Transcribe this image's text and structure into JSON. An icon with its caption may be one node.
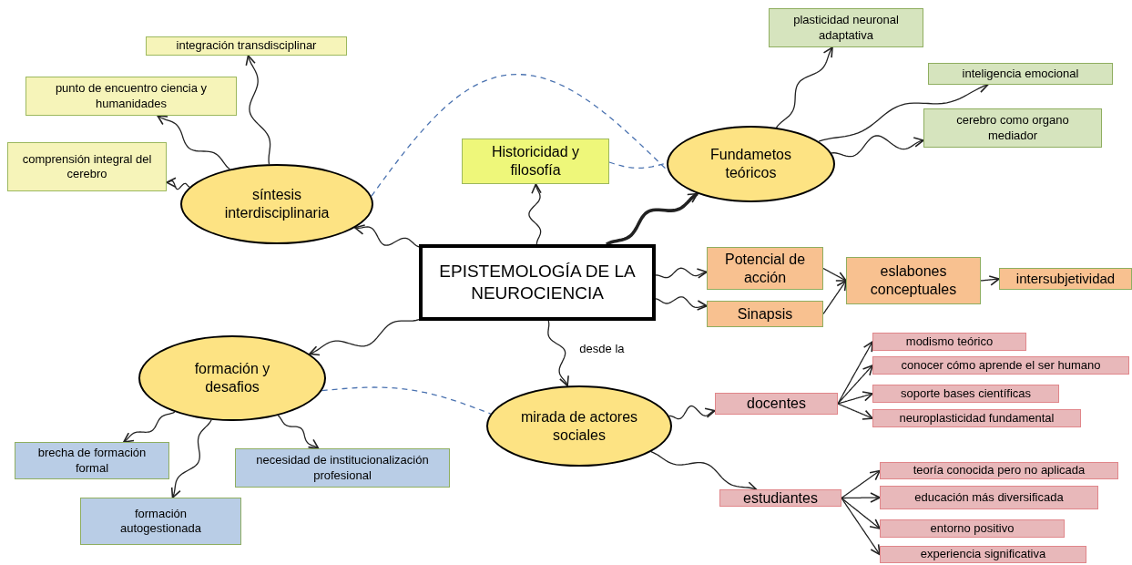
{
  "diagram": {
    "nodes": [
      {
        "text": [
          "EPISTEMOLOGÍA DE LA NEUROCIENCIA"
        ]
      },
      {
        "text": [
          "síntesis interdisciplinaria"
        ]
      },
      {
        "text": [
          "integración transdisciplinar"
        ]
      },
      {
        "text": [
          "punto de encuentro ciencia y humanidades"
        ]
      },
      {
        "text": [
          "comprensión integral del cerebro"
        ]
      },
      {
        "text": [
          "Historicidad y filosofía"
        ]
      },
      {
        "text": [
          "Fundametos teóricos"
        ]
      },
      {
        "text": [
          "plasticidad neuronal adaptativa"
        ]
      },
      {
        "text": [
          "inteligencia emocional"
        ]
      },
      {
        "text": [
          "cerebro como organo mediador"
        ]
      },
      {
        "text": [
          "Potencial de acción"
        ]
      },
      {
        "text": [
          "Sinapsis"
        ]
      },
      {
        "text": [
          "eslabones conceptuales"
        ]
      },
      {
        "text": [
          "intersubjetividad"
        ]
      },
      {
        "text": [
          "formación y desafios"
        ]
      },
      {
        "text": [
          "brecha de formación formal"
        ]
      },
      {
        "text": [
          "formación autogestionada"
        ]
      },
      {
        "text": [
          "necesidad de institucionalización profesional"
        ]
      },
      {
        "text": [
          "mirada de actores sociales"
        ]
      },
      {
        "text": [
          "docentes"
        ]
      },
      {
        "text": [
          "modismo teórico"
        ]
      },
      {
        "text": [
          "conocer cómo aprende el ser humano"
        ]
      },
      {
        "text": [
          "soporte bases científicas"
        ]
      },
      {
        "text": [
          "neuroplasticidad fundamental"
        ]
      },
      {
        "text": [
          "estudiantes"
        ]
      },
      {
        "text": [
          "teoría conocida pero no aplicada"
        ]
      },
      {
        "text": [
          "educación más diversificada"
        ]
      },
      {
        "text": [
          "entorno positivo"
        ]
      },
      {
        "text": [
          "experiencia significativa"
        ]
      }
    ],
    "edges": [
      {
        "from": 0,
        "to": 1,
        "arrow": "to"
      },
      {
        "from": 0,
        "to": 5,
        "arrow": "to"
      },
      {
        "from": 0,
        "to": 6,
        "arrow": "to",
        "style": "thick"
      },
      {
        "from": 0,
        "to": 10,
        "arrow": "to"
      },
      {
        "from": 0,
        "to": 11,
        "arrow": "to"
      },
      {
        "from": 0,
        "to": 14,
        "arrow": "to"
      },
      {
        "from": 0,
        "to": 18,
        "arrow": "to",
        "label": "desde la"
      },
      {
        "from": 1,
        "to": 2,
        "arrow": "to"
      },
      {
        "from": 1,
        "to": 3,
        "arrow": "to"
      },
      {
        "from": 1,
        "to": 4,
        "arrow": "to"
      },
      {
        "from": 1,
        "to": 6,
        "arrow": "none",
        "style": "dashed",
        "color": "#4a72b0"
      },
      {
        "from": 5,
        "to": 6,
        "arrow": "none",
        "style": "dashed",
        "color": "#4a72b0"
      },
      {
        "from": 6,
        "to": 7,
        "arrow": "to"
      },
      {
        "from": 6,
        "to": 8,
        "arrow": "to"
      },
      {
        "from": 6,
        "to": 9,
        "arrow": "to"
      },
      {
        "from": 10,
        "to": 12,
        "arrow": "to"
      },
      {
        "from": 11,
        "to": 12,
        "arrow": "to"
      },
      {
        "from": 12,
        "to": 13,
        "arrow": "to"
      },
      {
        "from": 14,
        "to": 15,
        "arrow": "to"
      },
      {
        "from": 14,
        "to": 16,
        "arrow": "to"
      },
      {
        "from": 14,
        "to": 17,
        "arrow": "to"
      },
      {
        "from": 14,
        "to": 18,
        "arrow": "none",
        "style": "dashed",
        "color": "#4a72b0"
      },
      {
        "from": 18,
        "to": 19,
        "arrow": "to"
      },
      {
        "from": 18,
        "to": 24,
        "arrow": "to"
      },
      {
        "from": 19,
        "to": 20,
        "arrow": "to"
      },
      {
        "from": 19,
        "to": 21,
        "arrow": "to"
      },
      {
        "from": 19,
        "to": 22,
        "arrow": "to"
      },
      {
        "from": 19,
        "to": 23,
        "arrow": "to"
      },
      {
        "from": 24,
        "to": 25,
        "arrow": "to"
      },
      {
        "from": 24,
        "to": 26,
        "arrow": "to"
      },
      {
        "from": 24,
        "to": 27,
        "arrow": "to"
      },
      {
        "from": 24,
        "to": 28,
        "arrow": "to"
      }
    ]
  }
}
